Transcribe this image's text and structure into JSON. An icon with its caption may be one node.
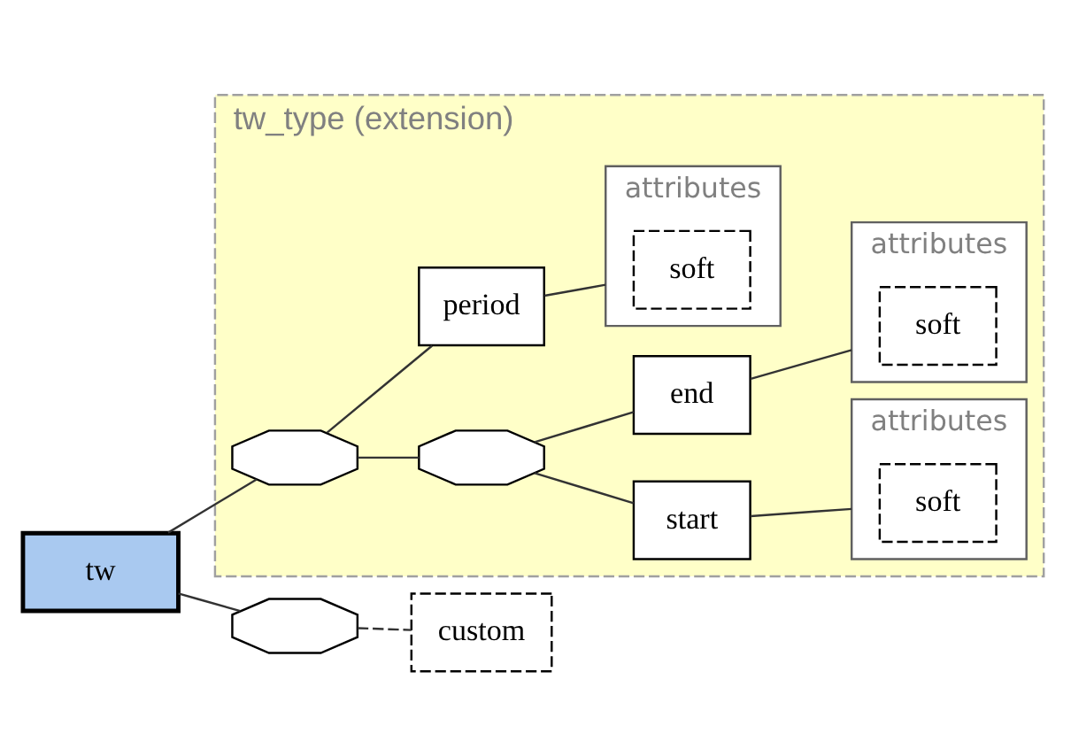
{
  "diagram": {
    "nodes": [
      {
        "text": [
          "tw_type (extension)"
        ]
      },
      {
        "text": [
          "tw"
        ]
      },
      {
        "text": [],
        "shape": "octagon",
        "in": 0
      },
      {
        "text": [],
        "shape": "octagon",
        "in": 0
      },
      {
        "text": [
          "start"
        ],
        "in": 0
      },
      {
        "text": [
          "attributes"
        ],
        "in": 0
      },
      {
        "text": [
          "soft"
        ],
        "in": 5
      },
      {
        "text": [
          "end"
        ],
        "in": 0
      },
      {
        "text": [
          "attributes"
        ],
        "in": 0
      },
      {
        "text": [
          "soft"
        ],
        "in": 8
      },
      {
        "text": [
          "period"
        ],
        "in": 0
      },
      {
        "text": [
          "attributes"
        ],
        "in": 0
      },
      {
        "text": [
          "soft"
        ],
        "in": 11
      },
      {
        "text": [],
        "shape": "octagon"
      },
      {
        "text": [
          "custom"
        ]
      }
    ],
    "edges": [
      {
        "from": 1,
        "to": 2,
        "arrow": "none"
      },
      {
        "from": 2,
        "to": 3,
        "arrow": "none"
      },
      {
        "from": 3,
        "to": 4,
        "arrow": "none"
      },
      {
        "from": 3,
        "to": 7,
        "arrow": "none"
      },
      {
        "from": 2,
        "to": 10,
        "arrow": "none"
      },
      {
        "from": 4,
        "to": 5,
        "arrow": "none"
      },
      {
        "from": 7,
        "to": 8,
        "arrow": "none"
      },
      {
        "from": 10,
        "to": 11,
        "arrow": "none"
      },
      {
        "from": 1,
        "to": 13,
        "arrow": "none"
      },
      {
        "from": 13,
        "to": 14,
        "arrow": "none",
        "style": "dashed"
      }
    ]
  }
}
